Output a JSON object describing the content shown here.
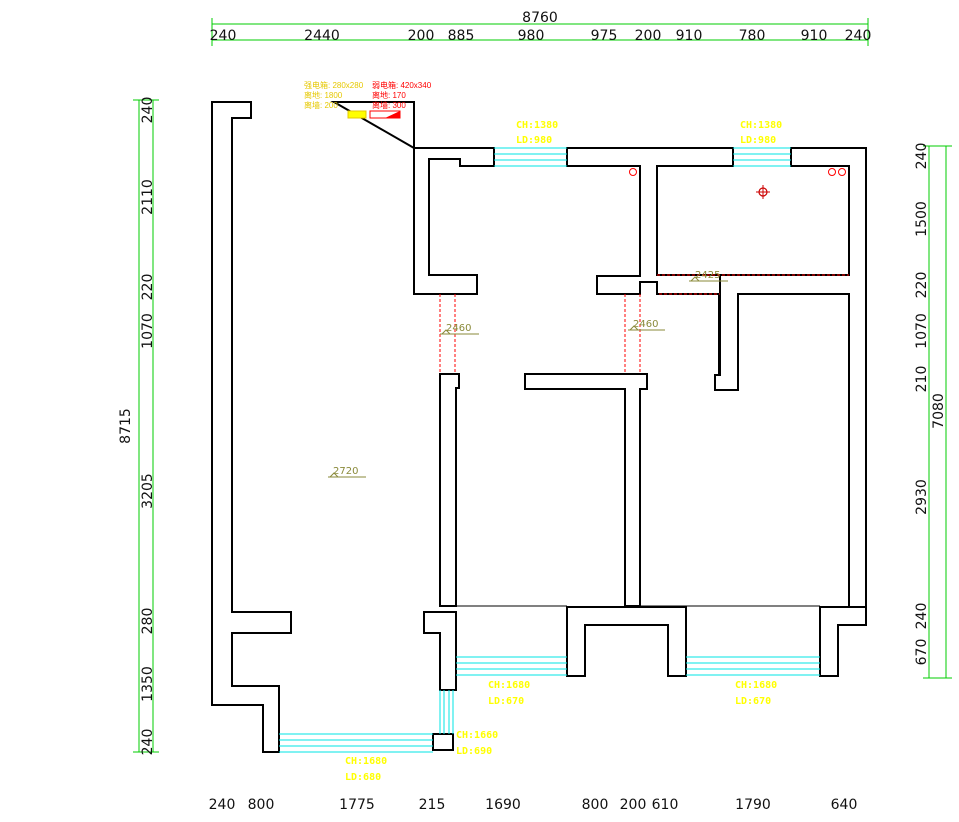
{
  "dimensions": {
    "top_total": "8760",
    "top": [
      "240",
      "2440",
      "200",
      "885",
      "980",
      "975",
      "200",
      "910",
      "780",
      "910",
      "240"
    ],
    "bottom": [
      "240",
      "800",
      "1775",
      "215",
      "1690",
      "800",
      "200",
      "610",
      "1790",
      "640"
    ],
    "left_total": "8715",
    "left": [
      "240",
      "2110",
      "220",
      "1070",
      "3205",
      "280",
      "1350",
      "240"
    ],
    "right_total": "7080",
    "right": [
      "240",
      "1500",
      "220",
      "1070",
      "210",
      "2930",
      "240",
      "670"
    ]
  },
  "windows": [
    {
      "ch": "CH:1380",
      "ld": "LD:980"
    },
    {
      "ch": "CH:1380",
      "ld": "LD:980"
    },
    {
      "ch": "CH:1680",
      "ld": "LD:670"
    },
    {
      "ch": "CH:1680",
      "ld": "LD:670"
    },
    {
      "ch": "CH:1660",
      "ld": "LD:690"
    },
    {
      "ch": "CH:1680",
      "ld": "LD:680"
    }
  ],
  "ceiling_heights": [
    "2720",
    "2460",
    "2460",
    "2425"
  ],
  "annotations": {
    "strong_box": "强电箱: 280x280",
    "strong_h1": "离地: 1800",
    "strong_h2": "离墙: 200",
    "weak_box": "弱电箱: 420x340",
    "weak_h1": "离地: 170",
    "weak_h2": "离墙: 300"
  },
  "colors": {
    "dimension_line": "#00cc00",
    "window_glass": "#00e5e5",
    "window_label": "#ffff00",
    "annotation_red": "#ff0000",
    "height_tag": "#8a8a3a"
  }
}
